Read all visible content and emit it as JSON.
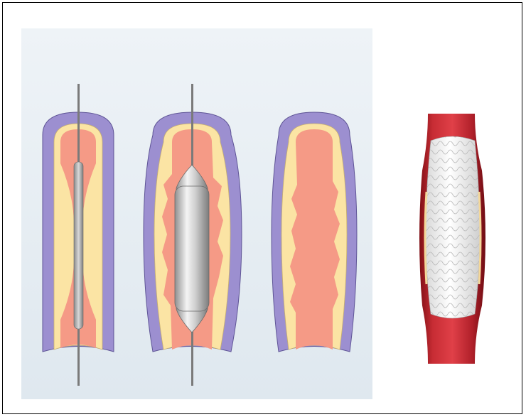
{
  "figure": {
    "panels": [
      {
        "id": "stage-1-catheter-inserted",
        "icon": "artery-with-guidewire-and-deflated-balloon"
      },
      {
        "id": "stage-2-balloon-inflated",
        "icon": "artery-with-inflated-balloon"
      },
      {
        "id": "stage-3-balloon-removed",
        "icon": "artery-widened-lumen"
      },
      {
        "id": "stage-4-stent-in-vessel",
        "icon": "blood-vessel-with-stent"
      }
    ],
    "colors": {
      "panel_background": "#e9f0f5",
      "artery_wall": "#9c8fd0",
      "artery_wall_dark": "#6e62a8",
      "plaque": "#fbe4a4",
      "lumen": "#f59a86",
      "guidewire": "#7a7a7a",
      "balloon": "#c9c9c9",
      "vessel": "#b3232a",
      "stent": "#f2f2f2"
    }
  }
}
